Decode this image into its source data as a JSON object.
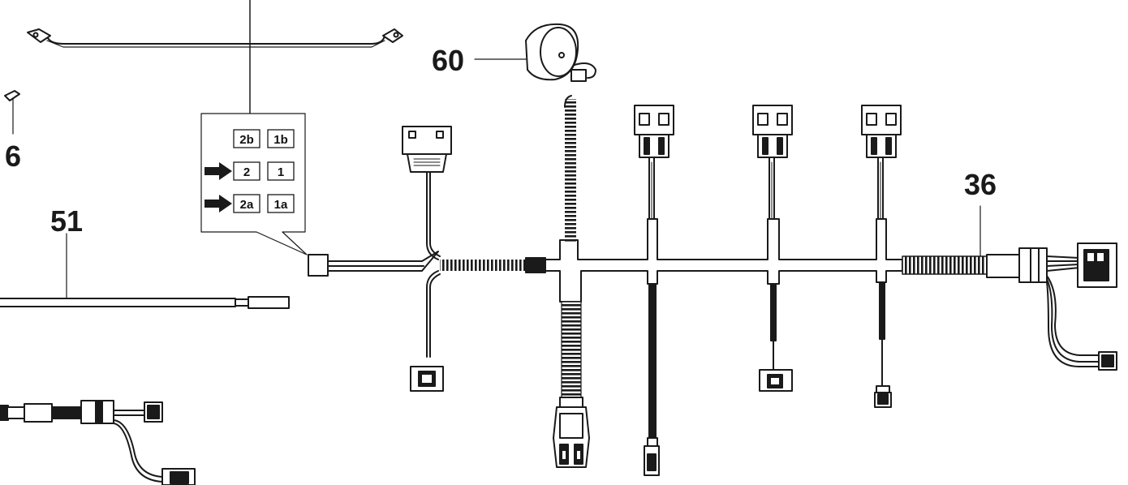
{
  "callouts": {
    "c60": "60",
    "c6": "6",
    "c51": "51",
    "c36": "36"
  },
  "pin_diagram": {
    "pins": [
      "2b",
      "1b",
      "2",
      "1",
      "2a",
      "1a"
    ],
    "arrows": [
      "2",
      "2a"
    ]
  },
  "colors": {
    "line": "#1a1a1a",
    "fill": "#ffffff",
    "shade": "#d9d9d9"
  }
}
